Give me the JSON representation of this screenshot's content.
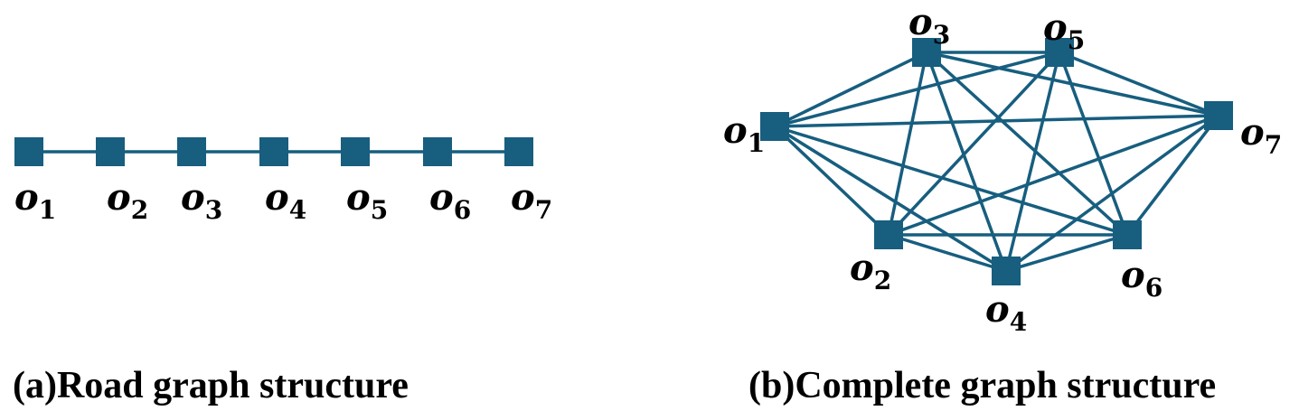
{
  "style": {
    "node_color": "#175e7f",
    "edge_color": "#175e7f",
    "label_color": "#000000"
  },
  "road_graph": {
    "caption": "(a)Road graph structure",
    "nodes": [
      {
        "name": "o",
        "sub": "1"
      },
      {
        "name": "o",
        "sub": "2"
      },
      {
        "name": "o",
        "sub": "3"
      },
      {
        "name": "o",
        "sub": "4"
      },
      {
        "name": "o",
        "sub": "5"
      },
      {
        "name": "o",
        "sub": "6"
      },
      {
        "name": "o",
        "sub": "7"
      }
    ],
    "edges": [
      [
        0,
        1
      ],
      [
        1,
        2
      ],
      [
        2,
        3
      ],
      [
        3,
        4
      ],
      [
        4,
        5
      ],
      [
        5,
        6
      ]
    ]
  },
  "complete_graph": {
    "caption": "(b)Complete graph structure",
    "nodes": [
      {
        "name": "o",
        "sub": "1"
      },
      {
        "name": "o",
        "sub": "2"
      },
      {
        "name": "o",
        "sub": "3"
      },
      {
        "name": "o",
        "sub": "4"
      },
      {
        "name": "o",
        "sub": "5"
      },
      {
        "name": "o",
        "sub": "6"
      },
      {
        "name": "o",
        "sub": "7"
      }
    ],
    "edges": "complete"
  }
}
